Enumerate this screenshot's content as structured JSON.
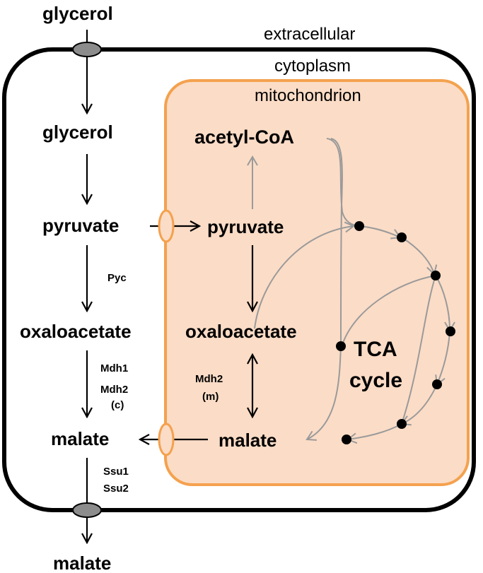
{
  "compartments": {
    "extracellular": "extracellular",
    "cytoplasm": "cytoplasm",
    "mitochondrion": "mitochondrion"
  },
  "metabolites": {
    "glycerol_ext": "glycerol",
    "glycerol_cyt": "glycerol",
    "pyruvate_cyt": "pyruvate",
    "oxaloacetate_cyt": "oxaloacetate",
    "malate_cyt": "malate",
    "malate_ext": "malate",
    "acetyl_coa": "acetyl-CoA",
    "pyruvate_mito": "pyruvate",
    "oxaloacetate_mito": "oxaloacetate",
    "malate_mito": "malate"
  },
  "enzymes": {
    "pyc": "Pyc",
    "mdh1": "Mdh1",
    "mdh2_c_line1": "Mdh2",
    "mdh2_c_line2": "(c)",
    "mdh2_m_line1": "Mdh2",
    "mdh2_m_line2": "(m)",
    "ssu1": "Ssu1",
    "ssu2": "Ssu2"
  },
  "tca": {
    "line1": "TCA",
    "line2": "cycle"
  },
  "colors": {
    "cell_border": "#000000",
    "mito_border": "#f4a14e",
    "mito_fill": "#fbdcc6",
    "transporter_grey": "#8c8c8c",
    "grey_arrow": "#9a9a9a"
  }
}
